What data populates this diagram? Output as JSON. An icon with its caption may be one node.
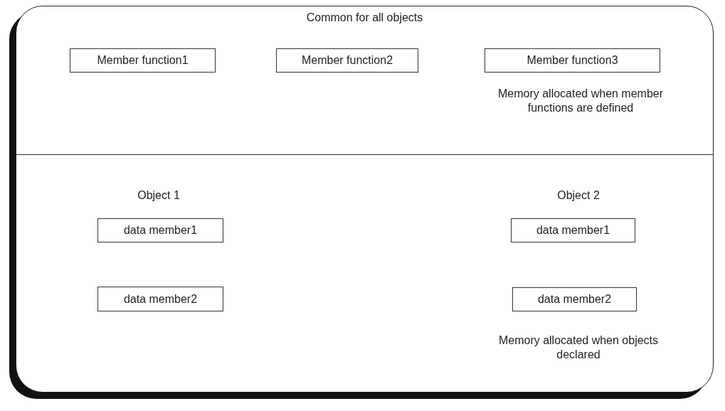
{
  "diagram": {
    "nodes": [
      {
        "text": [
          "Common for all objects"
        ]
      },
      {
        "text": [
          "Member function1"
        ],
        "in": 0
      },
      {
        "text": [
          "Member function2"
        ],
        "in": 0
      },
      {
        "text": [
          "Member function3"
        ],
        "in": 0
      },
      {
        "text": [
          "data member1"
        ],
        "in": 0
      },
      {
        "text": [
          "data member2"
        ],
        "in": 0
      },
      {
        "text": [
          "data member1"
        ],
        "in": 0
      },
      {
        "text": [
          "data member2"
        ],
        "in": 0
      }
    ],
    "labels": [
      "Memory allocated when member functions are defined",
      "Object 1",
      "Object 2",
      "Memory allocated when objects declared"
    ]
  }
}
